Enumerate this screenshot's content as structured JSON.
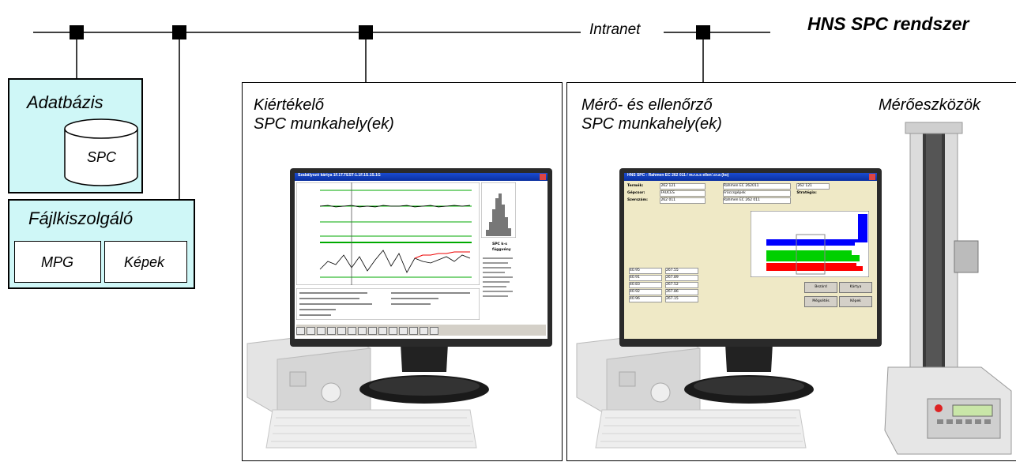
{
  "title": "HNS SPC rendszer",
  "network_label": "Intranet",
  "database": {
    "label": "Adatbázis",
    "cylinder_label": "SPC"
  },
  "fileserver": {
    "label": "Fájlkiszolgáló",
    "boxes": [
      "MPG",
      "Képek"
    ]
  },
  "workstation_eval": {
    "label_line1": "Kiértékelő",
    "label_line2": "SPC munkahely(ek)"
  },
  "workstation_measure": {
    "label_line1": "Mérő- és ellenőrző",
    "label_line2": "SPC munkahely(ek)"
  },
  "instruments_label": "Mérőeszközök",
  "screen1": {
    "window_title": "Szabályozó kártya 1F.1T.TEST-1.1F.1S.1S.1G",
    "side_title": "SPC k-s",
    "side_subtitle": "függvény"
  },
  "screen2": {
    "window_title": "HNS SPC - Rahmen EC 262 011 / m.r.s.s ellen'.cr.a (ko)",
    "fields": [
      [
        "Termék:",
        "262 121",
        "Rahmen EC 262011",
        "262 121"
      ],
      [
        "Gépcsor:",
        "FAUCES",
        "Fröccsgépek",
        "Stratégia:"
      ],
      [
        "Szerszám:",
        "262 011",
        "Rahmen EC 262 011",
        ""
      ]
    ],
    "measured": [
      "40.95",
      "40.91",
      "40.83",
      "40.92",
      "40.96"
    ],
    "measured2": [
      "267.55",
      "267.89",
      "267.52",
      "267.86",
      "267.15"
    ],
    "buttons": [
      "Bezárd",
      "Kártya",
      "Mégsétés",
      "Képek"
    ]
  },
  "colors": {
    "cyan_box": "#cff7f7",
    "bar_blue": "#0000ff",
    "bar_green": "#00d000",
    "bar_red": "#ff0000",
    "window_bar": "#1a4bd1"
  }
}
